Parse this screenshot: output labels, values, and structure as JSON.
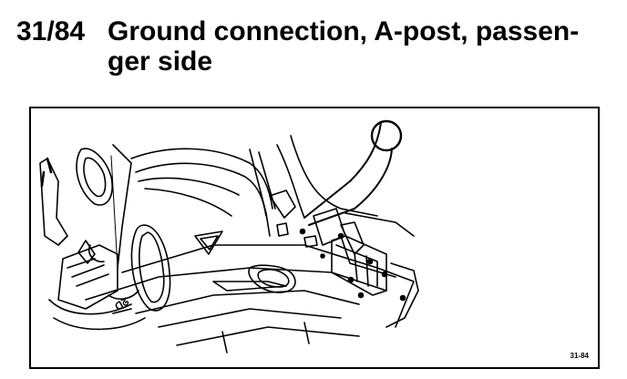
{
  "heading": {
    "number": "31/84",
    "title_line1": "Ground connection, A-post, passen-",
    "title_line2": "ger side"
  },
  "figure": {
    "callout_symbol": "⊥",
    "label": "31-84",
    "icons": [
      "ground-symbol-icon"
    ]
  }
}
